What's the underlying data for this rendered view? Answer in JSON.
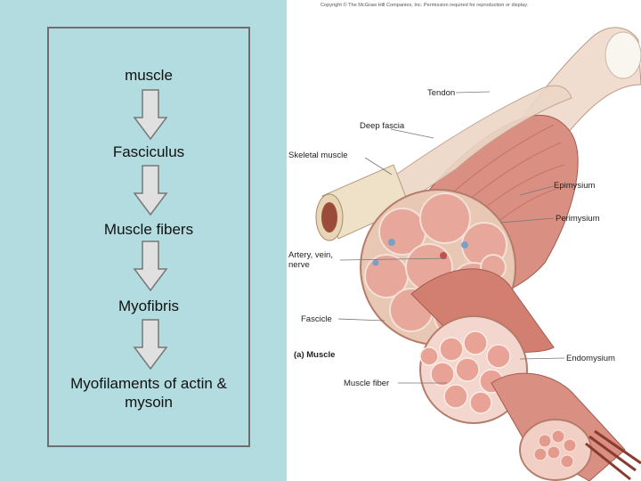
{
  "flow": {
    "steps": [
      "muscle",
      "Fasciculus",
      "Muscle fibers",
      "Myofibris",
      "Myofilaments  of actin  &\nmysoin"
    ]
  },
  "figure": {
    "copyright": "Copyright © The McGraw Hill Companies, Inc. Permission required for reproduction or display.",
    "labels": {
      "tendon": "Tendon",
      "deep_fascia": "Deep fascia",
      "skeletal_muscle": "Skeletal muscle",
      "epimysium": "Epimysium",
      "perimysium": "Perimysium",
      "artery": "Artery, vein,\nnerve",
      "fascicle": "Fascicle",
      "caption": "(a) Muscle",
      "endomysium": "Endomysium",
      "muscle_fiber": "Muscle fiber"
    }
  },
  "colors": {
    "background": "#b2dcdf",
    "muscle": "#d98f82",
    "tissue": "#e8c8b4",
    "fiber": "#e7a79a",
    "border": "#6e6e6e"
  }
}
